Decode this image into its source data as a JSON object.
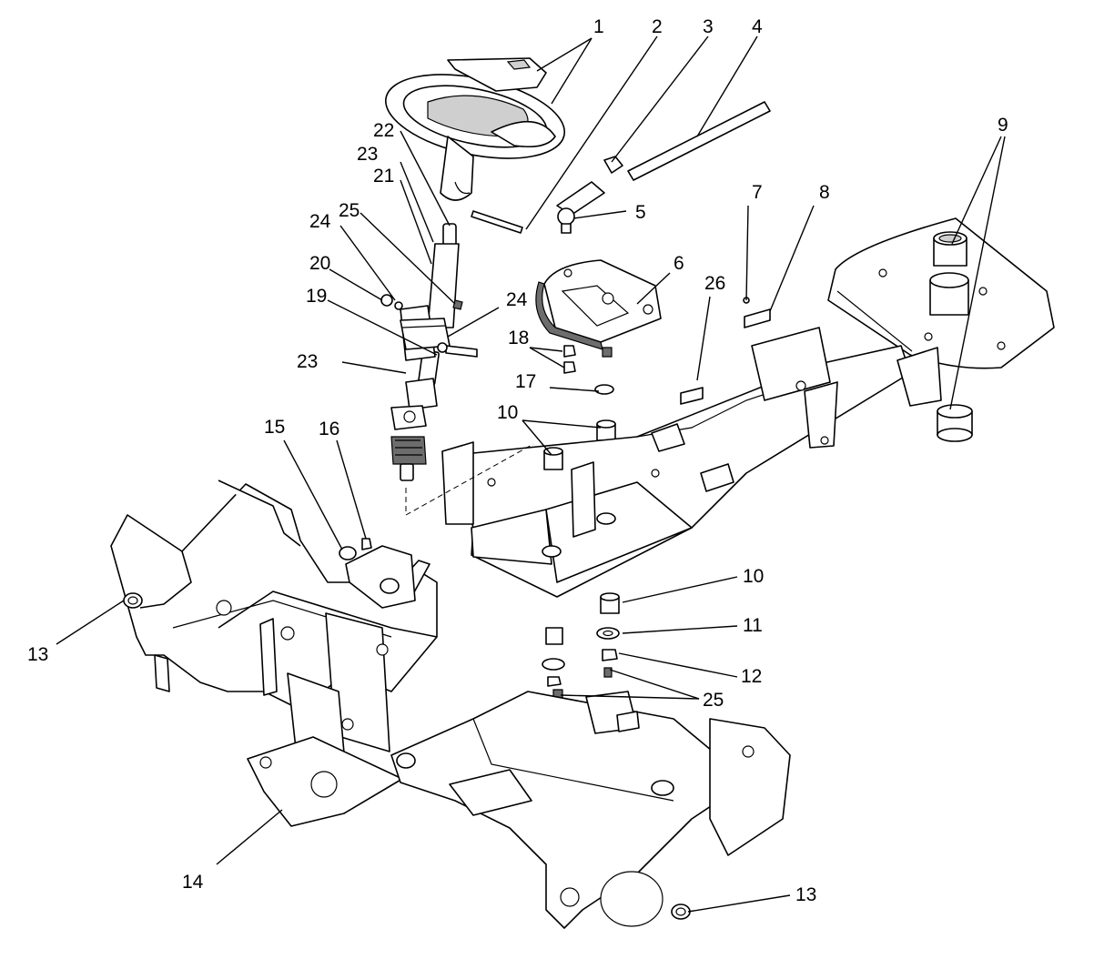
{
  "callouts": [
    {
      "id": "c1",
      "label": "1"
    },
    {
      "id": "c2",
      "label": "2"
    },
    {
      "id": "c3",
      "label": "3"
    },
    {
      "id": "c4",
      "label": "4"
    },
    {
      "id": "c5",
      "label": "5"
    },
    {
      "id": "c6",
      "label": "6"
    },
    {
      "id": "c7",
      "label": "7"
    },
    {
      "id": "c8",
      "label": "8"
    },
    {
      "id": "c9",
      "label": "9"
    },
    {
      "id": "c10a",
      "label": "10"
    },
    {
      "id": "c10b",
      "label": "10"
    },
    {
      "id": "c11",
      "label": "11"
    },
    {
      "id": "c12",
      "label": "12"
    },
    {
      "id": "c13a",
      "label": "13"
    },
    {
      "id": "c13b",
      "label": "13"
    },
    {
      "id": "c14",
      "label": "14"
    },
    {
      "id": "c15",
      "label": "15"
    },
    {
      "id": "c16",
      "label": "16"
    },
    {
      "id": "c17",
      "label": "17"
    },
    {
      "id": "c18",
      "label": "18"
    },
    {
      "id": "c19",
      "label": "19"
    },
    {
      "id": "c20",
      "label": "20"
    },
    {
      "id": "c21",
      "label": "21"
    },
    {
      "id": "c22",
      "label": "22"
    },
    {
      "id": "c23a",
      "label": "23"
    },
    {
      "id": "c23b",
      "label": "23"
    },
    {
      "id": "c24a",
      "label": "24"
    },
    {
      "id": "c24b",
      "label": "24"
    },
    {
      "id": "c25a",
      "label": "25"
    },
    {
      "id": "c25b",
      "label": "25"
    },
    {
      "id": "c26",
      "label": "26"
    }
  ]
}
